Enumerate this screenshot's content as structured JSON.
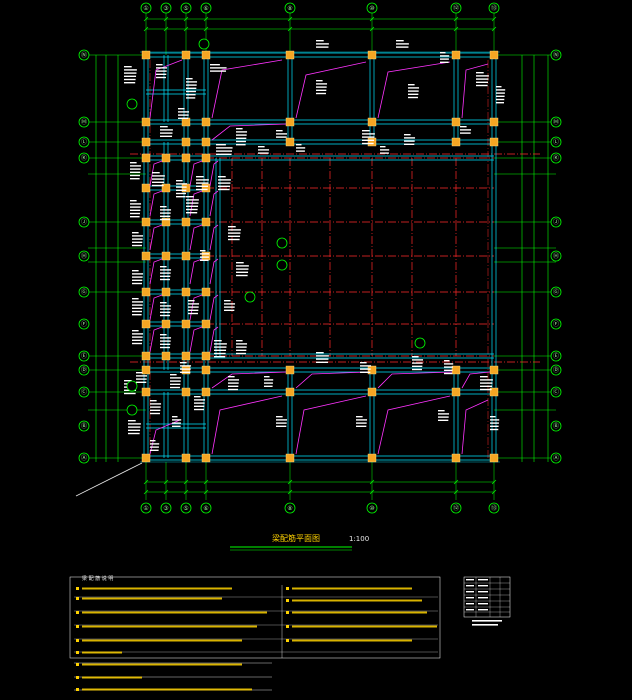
{
  "drawing": {
    "title": "梁配筋平面图",
    "scale": "1:100"
  },
  "axes": {
    "top": [
      "①",
      "③",
      "⑤",
      "⑥",
      "⑧",
      "⑩",
      "⑫",
      "⑬"
    ],
    "bottom": [
      "①",
      "③",
      "⑤",
      "⑥",
      "⑧",
      "⑩",
      "⑫",
      "⑬"
    ],
    "left": [
      "Ⓝ",
      "Ⓜ",
      "Ⓛ",
      "Ⓚ",
      "Ⓙ",
      "Ⓗ",
      "Ⓖ",
      "Ⓕ",
      "Ⓔ",
      "Ⓓ",
      "Ⓒ",
      "Ⓑ",
      "Ⓐ"
    ],
    "right": [
      "Ⓝ",
      "Ⓜ",
      "Ⓛ",
      "Ⓚ",
      "Ⓙ",
      "Ⓗ",
      "Ⓖ",
      "Ⓕ",
      "Ⓔ",
      "Ⓓ",
      "Ⓒ",
      "Ⓑ",
      "Ⓐ"
    ]
  },
  "notes": {
    "title": "梁 配 筋 说 明"
  },
  "colors": {
    "background": "#000000",
    "axis": "#00ff00",
    "grid_red": "#ff2a2a",
    "beam": "#00e5ff",
    "column": "#f5a623",
    "rebar": "#ff33ff",
    "annotation": "#ffffff",
    "title": "#ffd200"
  }
}
